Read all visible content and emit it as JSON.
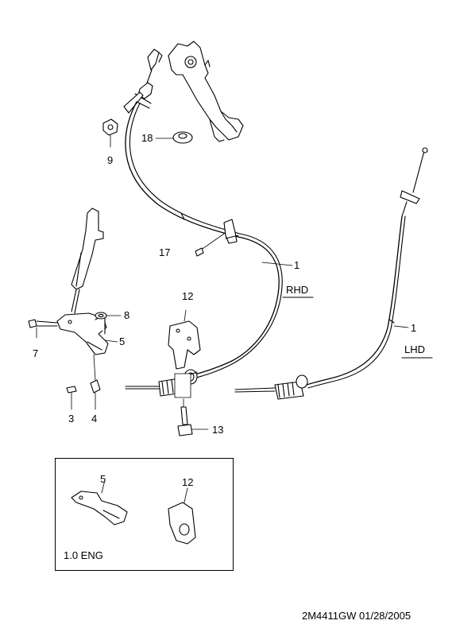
{
  "callouts": {
    "c1_rhd": "1",
    "c1_lhd": "1",
    "c3": "3",
    "c4": "4",
    "c5": "5",
    "c7": "7",
    "c8": "8",
    "c9": "9",
    "c12": "12",
    "c13": "13",
    "c17": "17",
    "c18": "18",
    "inset_c5": "5",
    "inset_c12": "12"
  },
  "region_labels": {
    "rhd": "RHD",
    "lhd": "LHD",
    "inset": "1.0 ENG"
  },
  "footer": {
    "code": "2M4411GW  01/28/2005"
  }
}
